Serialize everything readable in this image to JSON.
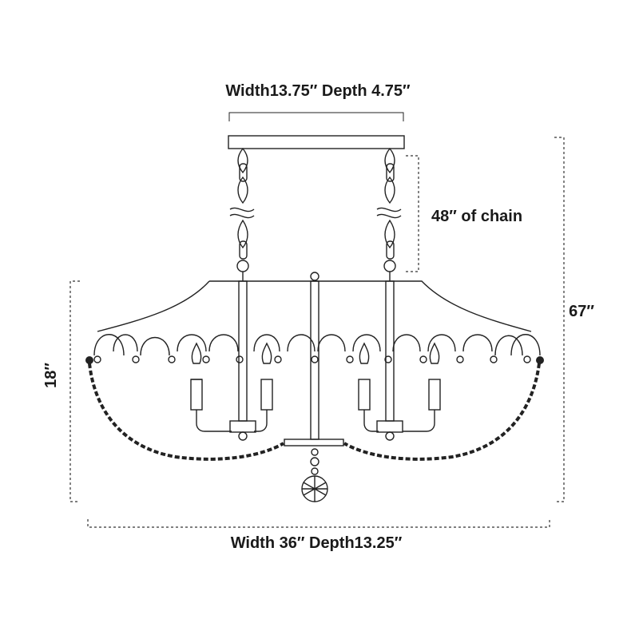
{
  "labels": {
    "canopy_dims": "Width13.75″ Depth 4.75″",
    "chain_length": "48″ of chain",
    "overall_height": "67″",
    "fixture_height": "18″",
    "fixture_dims": "Width 36″ Depth13.25″"
  },
  "colors": {
    "line": "#222222",
    "text": "#1a1a1a",
    "background": "#ffffff"
  }
}
